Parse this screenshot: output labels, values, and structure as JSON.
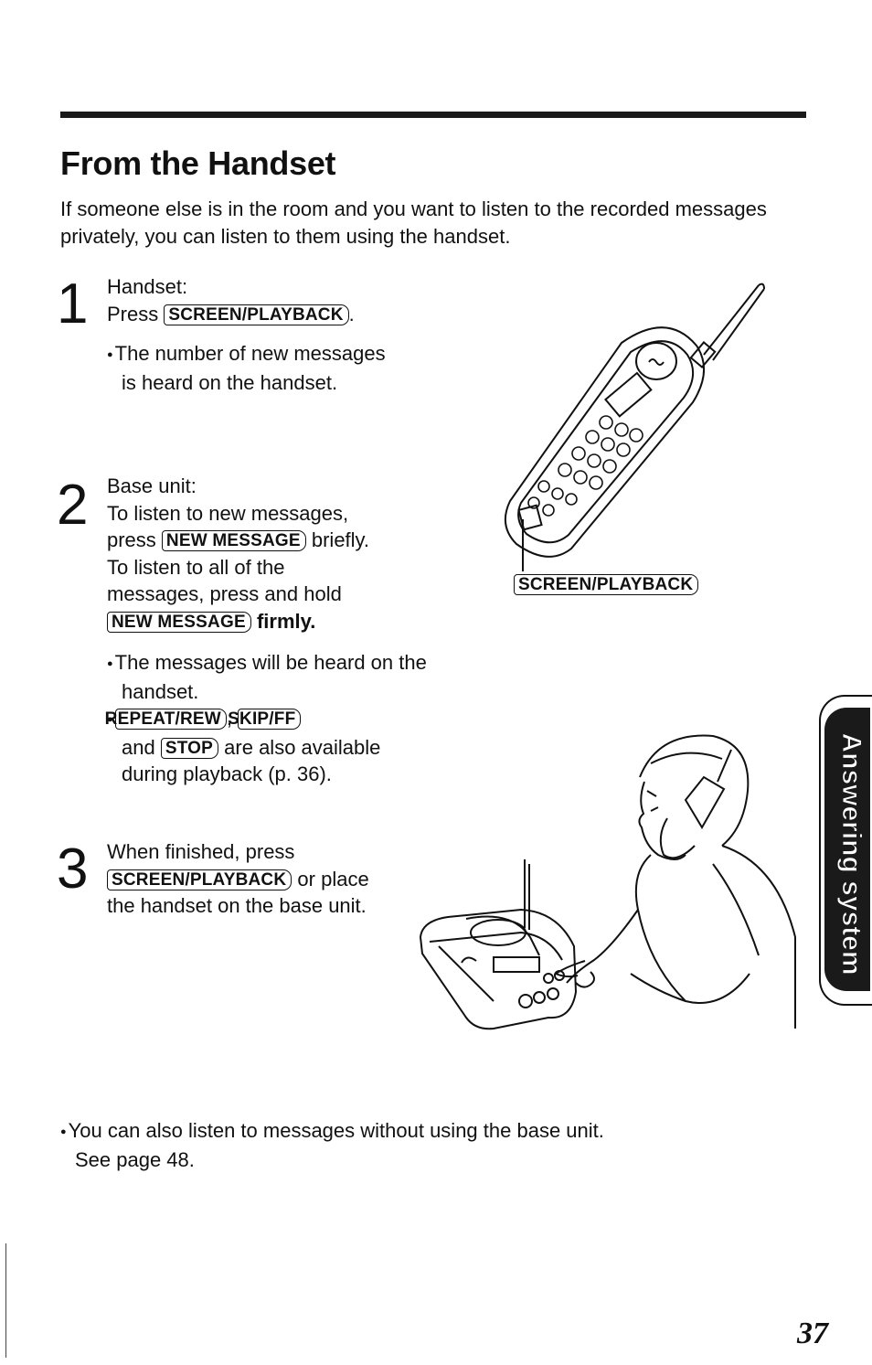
{
  "title": "From the Handset",
  "intro": "If someone else is in the room and you want to listen to the recorded messages privately, you can listen to them using the handset.",
  "steps": [
    {
      "number": "1",
      "lines": [
        "Handset:",
        "Press"
      ],
      "key": "SCREEN/PLAYBACK",
      "note": "The number of new messages is heard on the handset."
    },
    {
      "number": "2",
      "label": "Base unit:",
      "l1": "To listen to new messages,",
      "l2_pre": "press",
      "key_new": "NEW MESSAGE",
      "l2_post": "briefly.",
      "l3": "To listen to all of the",
      "l4": "messages, press and hold",
      "l5_post": "firmly.",
      "note1": "The messages will be heard on the handset.",
      "key_repeat": "REPEAT/REW",
      "key_skip": "SKIP/FF",
      "and": "and",
      "key_stop": "STOP",
      "note2_post": "are also available",
      "note2_end": "during playback (p. 36)."
    },
    {
      "number": "3",
      "l1": "When finished, press",
      "key": "SCREEN/PLAYBACK",
      "l2_post": "or place",
      "l3": "the handset on the base unit."
    }
  ],
  "figure_callout": "SCREEN/PLAYBACK",
  "footer_note_l1": "You can also listen to messages without using the base unit.",
  "footer_note_l2": "See page 48.",
  "side_tab": "Answering system",
  "page_number": "37"
}
